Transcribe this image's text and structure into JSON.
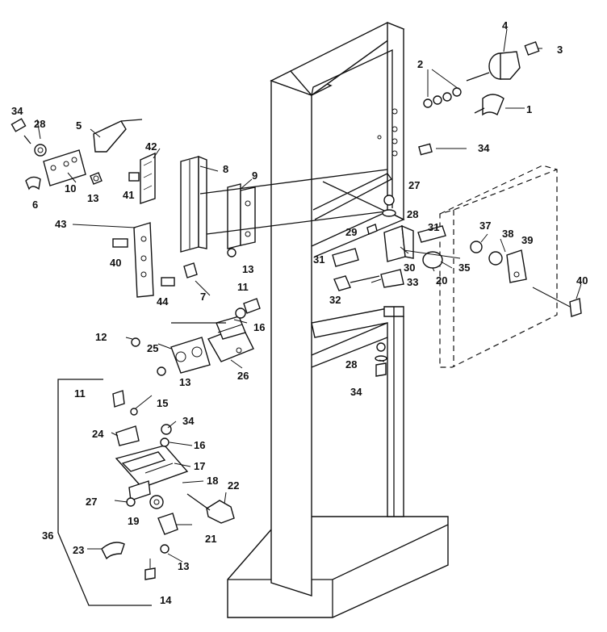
{
  "diagram": {
    "callouts": [
      {
        "id": "c1",
        "text": "1"
      },
      {
        "id": "c2",
        "text": "2"
      },
      {
        "id": "c3",
        "text": "3"
      },
      {
        "id": "c4",
        "text": "4"
      },
      {
        "id": "c5",
        "text": "5"
      },
      {
        "id": "c6",
        "text": "6"
      },
      {
        "id": "c7",
        "text": "7"
      },
      {
        "id": "c8",
        "text": "8"
      },
      {
        "id": "c9",
        "text": "9"
      },
      {
        "id": "c10",
        "text": "10"
      },
      {
        "id": "c11a",
        "text": "11"
      },
      {
        "id": "c11b",
        "text": "11"
      },
      {
        "id": "c12",
        "text": "12"
      },
      {
        "id": "c13a",
        "text": "13"
      },
      {
        "id": "c13b",
        "text": "13"
      },
      {
        "id": "c13c",
        "text": "13"
      },
      {
        "id": "c13d",
        "text": "13"
      },
      {
        "id": "c14",
        "text": "14"
      },
      {
        "id": "c15",
        "text": "15"
      },
      {
        "id": "c16a",
        "text": "16"
      },
      {
        "id": "c16b",
        "text": "16"
      },
      {
        "id": "c17",
        "text": "17"
      },
      {
        "id": "c18",
        "text": "18"
      },
      {
        "id": "c19",
        "text": "19"
      },
      {
        "id": "c20",
        "text": "20"
      },
      {
        "id": "c21",
        "text": "21"
      },
      {
        "id": "c22",
        "text": "22"
      },
      {
        "id": "c23",
        "text": "23"
      },
      {
        "id": "c24",
        "text": "24"
      },
      {
        "id": "c25",
        "text": "25"
      },
      {
        "id": "c26",
        "text": "26"
      },
      {
        "id": "c27a",
        "text": "27"
      },
      {
        "id": "c27b",
        "text": "27"
      },
      {
        "id": "c28a",
        "text": "28"
      },
      {
        "id": "c28b",
        "text": "28"
      },
      {
        "id": "c28c",
        "text": "28"
      },
      {
        "id": "c29",
        "text": "29"
      },
      {
        "id": "c30",
        "text": "30"
      },
      {
        "id": "c31a",
        "text": "31"
      },
      {
        "id": "c31b",
        "text": "31"
      },
      {
        "id": "c32",
        "text": "32"
      },
      {
        "id": "c33",
        "text": "33"
      },
      {
        "id": "c34a",
        "text": "34"
      },
      {
        "id": "c34b",
        "text": "34"
      },
      {
        "id": "c34c",
        "text": "34"
      },
      {
        "id": "c34d",
        "text": "34"
      },
      {
        "id": "c35",
        "text": "35"
      },
      {
        "id": "c36",
        "text": "36"
      },
      {
        "id": "c37",
        "text": "37"
      },
      {
        "id": "c38",
        "text": "38"
      },
      {
        "id": "c39",
        "text": "39"
      },
      {
        "id": "c40a",
        "text": "40"
      },
      {
        "id": "c40b",
        "text": "40"
      },
      {
        "id": "c41",
        "text": "41"
      },
      {
        "id": "c42",
        "text": "42"
      },
      {
        "id": "c43",
        "text": "43"
      },
      {
        "id": "c44",
        "text": "44"
      }
    ]
  }
}
